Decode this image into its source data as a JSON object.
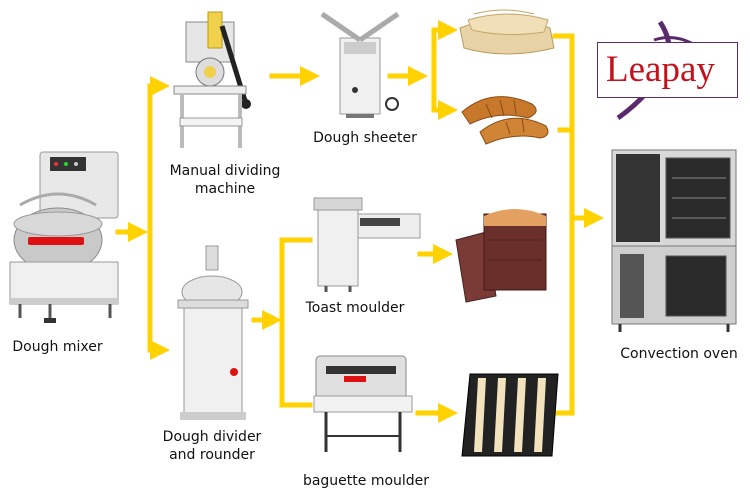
{
  "brand": {
    "logo_text": "Leapay",
    "logo_color": "#c4121c",
    "swoosh_color": "#5b2a6e"
  },
  "arrow_color": "#ffd200",
  "machines": {
    "dough_mixer": "Dough mixer",
    "manual_dividing_machine_line1": "Manual dividing",
    "manual_dividing_machine_line2": "machine",
    "dough_sheeter": "Dough sheeter",
    "toast_moulder": "Toast moulder",
    "dough_divider_line1": "Dough divider",
    "dough_divider_line2": "and rounder",
    "baguette_moulder": "baguette moulder",
    "convection_oven": "Convection oven"
  },
  "products": [
    {
      "name": "puff-pastry-icon"
    },
    {
      "name": "croissants-icon"
    },
    {
      "name": "toast-bread-pans-icon"
    },
    {
      "name": "baguette-tray-icon"
    }
  ]
}
